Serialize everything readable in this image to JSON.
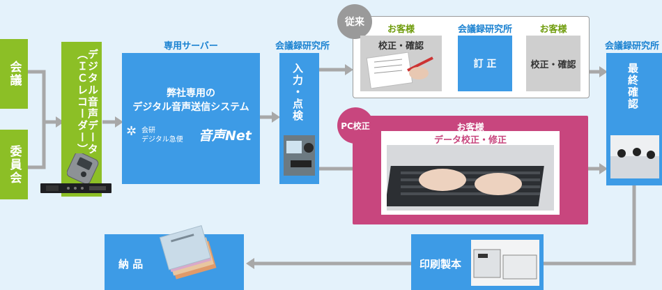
{
  "input_left": {
    "meeting": "会議",
    "committee": "委員会"
  },
  "recorder": {
    "label": "デジタル音声データ（ＩＣレコーダー）"
  },
  "server": {
    "caption": "専用サーバー",
    "title_line1": "弊社専用の",
    "title_line2": "デジタル音声送信システム",
    "logo_small_1": "会研",
    "logo_small_2": "デジタル急便",
    "logo_brand": "音声Net"
  },
  "input_check": {
    "caption": "会議録研究所",
    "label": "入力・点検"
  },
  "conventional": {
    "badge": "従来",
    "step1": {
      "caption": "お客様",
      "label": "校正・確認"
    },
    "step2": {
      "caption": "会議録研究所",
      "label": "訂 正"
    },
    "step3": {
      "caption": "お客様",
      "label": "校正・確認"
    }
  },
  "pc": {
    "badge": "PC校正",
    "caption": "お客様",
    "label": "データ校正・修正"
  },
  "final": {
    "caption": "会議録研究所",
    "label": "最終確認"
  },
  "print": {
    "label": "印刷製本"
  },
  "deliver": {
    "label": "納 品"
  },
  "colors": {
    "green": "#8cbf26",
    "blue": "#3d9be6",
    "pink": "#c8467e",
    "grey": "#9a9a9a"
  }
}
